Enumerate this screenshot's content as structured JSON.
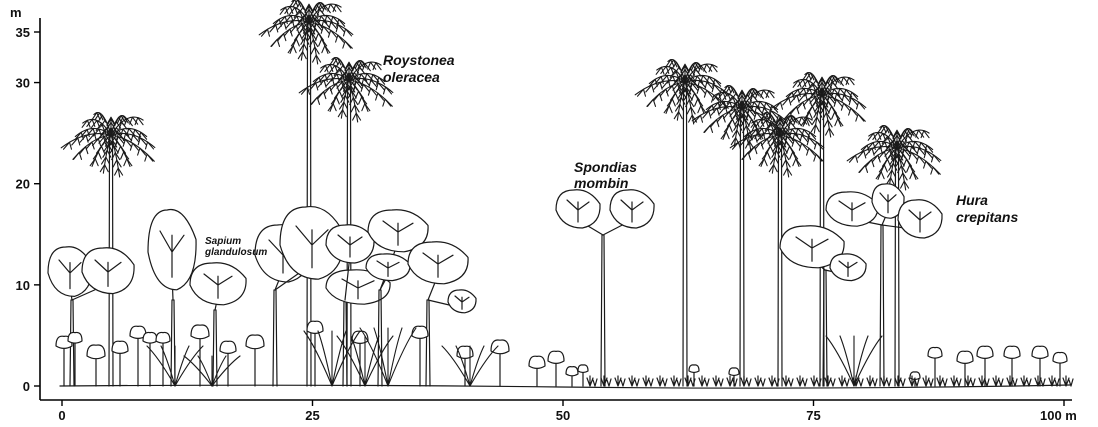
{
  "figure": {
    "y_unit": "m",
    "x_unit_label": "100 m",
    "y_ticks": [
      {
        "value": 0,
        "label": "0"
      },
      {
        "value": 10,
        "label": "10"
      },
      {
        "value": 20,
        "label": "20"
      },
      {
        "value": 30,
        "label": "30"
      },
      {
        "value": 35,
        "label": "35"
      }
    ],
    "x_ticks": [
      {
        "value": 0,
        "label": "0"
      },
      {
        "value": 25,
        "label": "25"
      },
      {
        "value": 50,
        "label": "50"
      },
      {
        "value": 75,
        "label": "75"
      }
    ],
    "species_labels": [
      {
        "line1": "Roystonea",
        "line2": "oleracea"
      },
      {
        "line1": "Spondias",
        "line2": "mombin"
      },
      {
        "line1": "Hura",
        "line2": "crepitans"
      },
      {
        "line1": "Sapium",
        "line2": "glandulosum"
      }
    ]
  }
}
